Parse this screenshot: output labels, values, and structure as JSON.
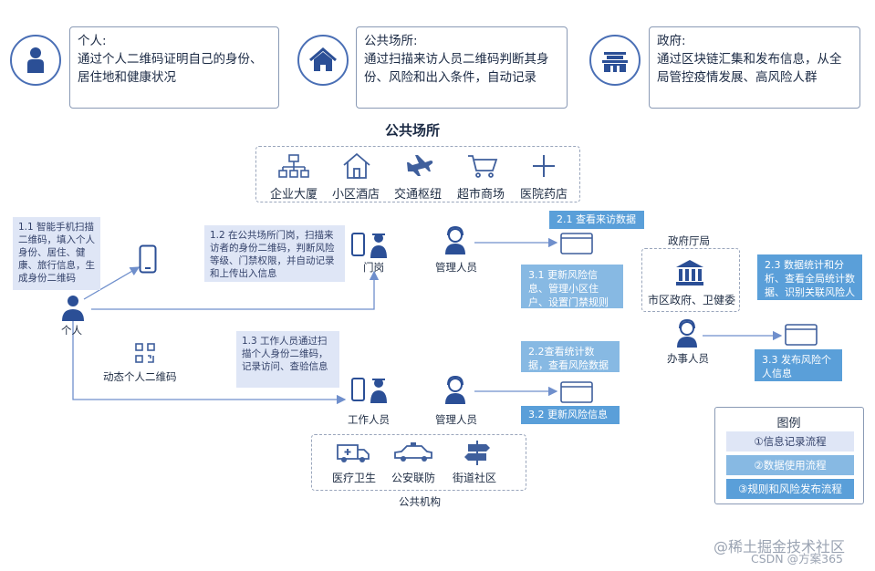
{
  "top": {
    "personal": {
      "title": "个人:",
      "desc": "通过个人二维码证明自己的身份、居住地和健康状况"
    },
    "public_place": {
      "title": "公共场所:",
      "desc": "通过扫描来访人员二维码判断其身份、风险和出入条件，自动记录"
    },
    "government": {
      "title": "政府:",
      "desc": "通过区块链汇集和发布信息，从全局管控疫情发展、高风险人群"
    }
  },
  "public_place_section": {
    "title": "公共场所",
    "places": [
      "企业大厦",
      "小区酒店",
      "交通枢纽",
      "超市商场",
      "医院药店"
    ]
  },
  "notes": {
    "n11": "1.1 智能手机扫描二维码，填入个人身份、居住、健康、旅行信息，生成身份二维码",
    "n12": "1.2 在公共场所门岗，扫描来访者的身份二维码，判断风险等级、门禁权限，并自动记录和上传出入信息",
    "n13": "1.3 工作人员通过扫描个人身份二维码，记录访问、查验信息"
  },
  "actors": {
    "person": "个人",
    "gate": "门岗",
    "manager1": "管理人员",
    "worker": "工作人员",
    "manager2": "管理人员",
    "staff": "办事人员",
    "qr": "动态个人二维码"
  },
  "flows": {
    "f21": "2.1 查看来访数据",
    "f31": "3.1 更新风险信息、管理小区住户、设置门禁规则",
    "f22": "2.2查看统计数据，查看风险数据",
    "f32": "3.2  更新风险信息",
    "f23": "2.3 数据统计和分析、查看全局统计数据、识别关联风险人群",
    "f33": "3.3 发布风险个人信息"
  },
  "gov_hall": {
    "title": "政府厅局",
    "label": "市区政府、卫健委"
  },
  "institutions": {
    "title": "公共机构",
    "items": [
      "医疗卫生",
      "公安联防",
      "街道社区"
    ]
  },
  "legend": {
    "title": "图例",
    "items": [
      "①信息记录流程",
      "②数据使用流程",
      "③规则和风险发布流程"
    ]
  },
  "watermark": {
    "line1": "@稀土掘金技术社区",
    "line2": "CSDN @方案365"
  },
  "colors": {
    "primary": "#4a6fb5",
    "flow2": "#5a9fd9",
    "flow3": "#5a9fd9",
    "note": "#dfe6f6",
    "arrow": "#6f8fcc"
  }
}
